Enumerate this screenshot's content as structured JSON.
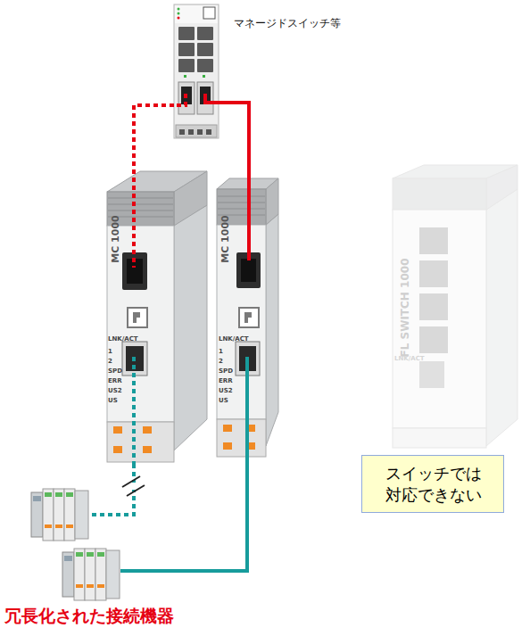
{
  "diagram": {
    "nodes": [
      {
        "text": [
          "マネージドスイッチ等"
        ]
      },
      {
        "text": [
          "MC 1000",
          "LNK/ACT",
          "1",
          "2",
          "SPD",
          "ERR",
          "US2",
          "US"
        ]
      },
      {
        "text": [
          "MC 1000",
          "LNK/ACT",
          "1",
          "2",
          "SPD",
          "ERR",
          "US2",
          "US"
        ]
      },
      {
        "text": [
          "FL SWITCH 1000",
          "LNK/ACT"
        ]
      },
      {
        "text": [
          "スイッチでは 対応できない"
        ]
      },
      {
        "text": [
          "冗長化された接続機器"
        ]
      }
    ],
    "edges": [
      {
        "from": 0,
        "to": 1,
        "arrow": "none"
      },
      {
        "from": 0,
        "to": 2,
        "arrow": "none"
      },
      {
        "from": 1,
        "to": 5,
        "arrow": "none"
      },
      {
        "from": 2,
        "to": 5,
        "arrow": "none"
      }
    ]
  }
}
